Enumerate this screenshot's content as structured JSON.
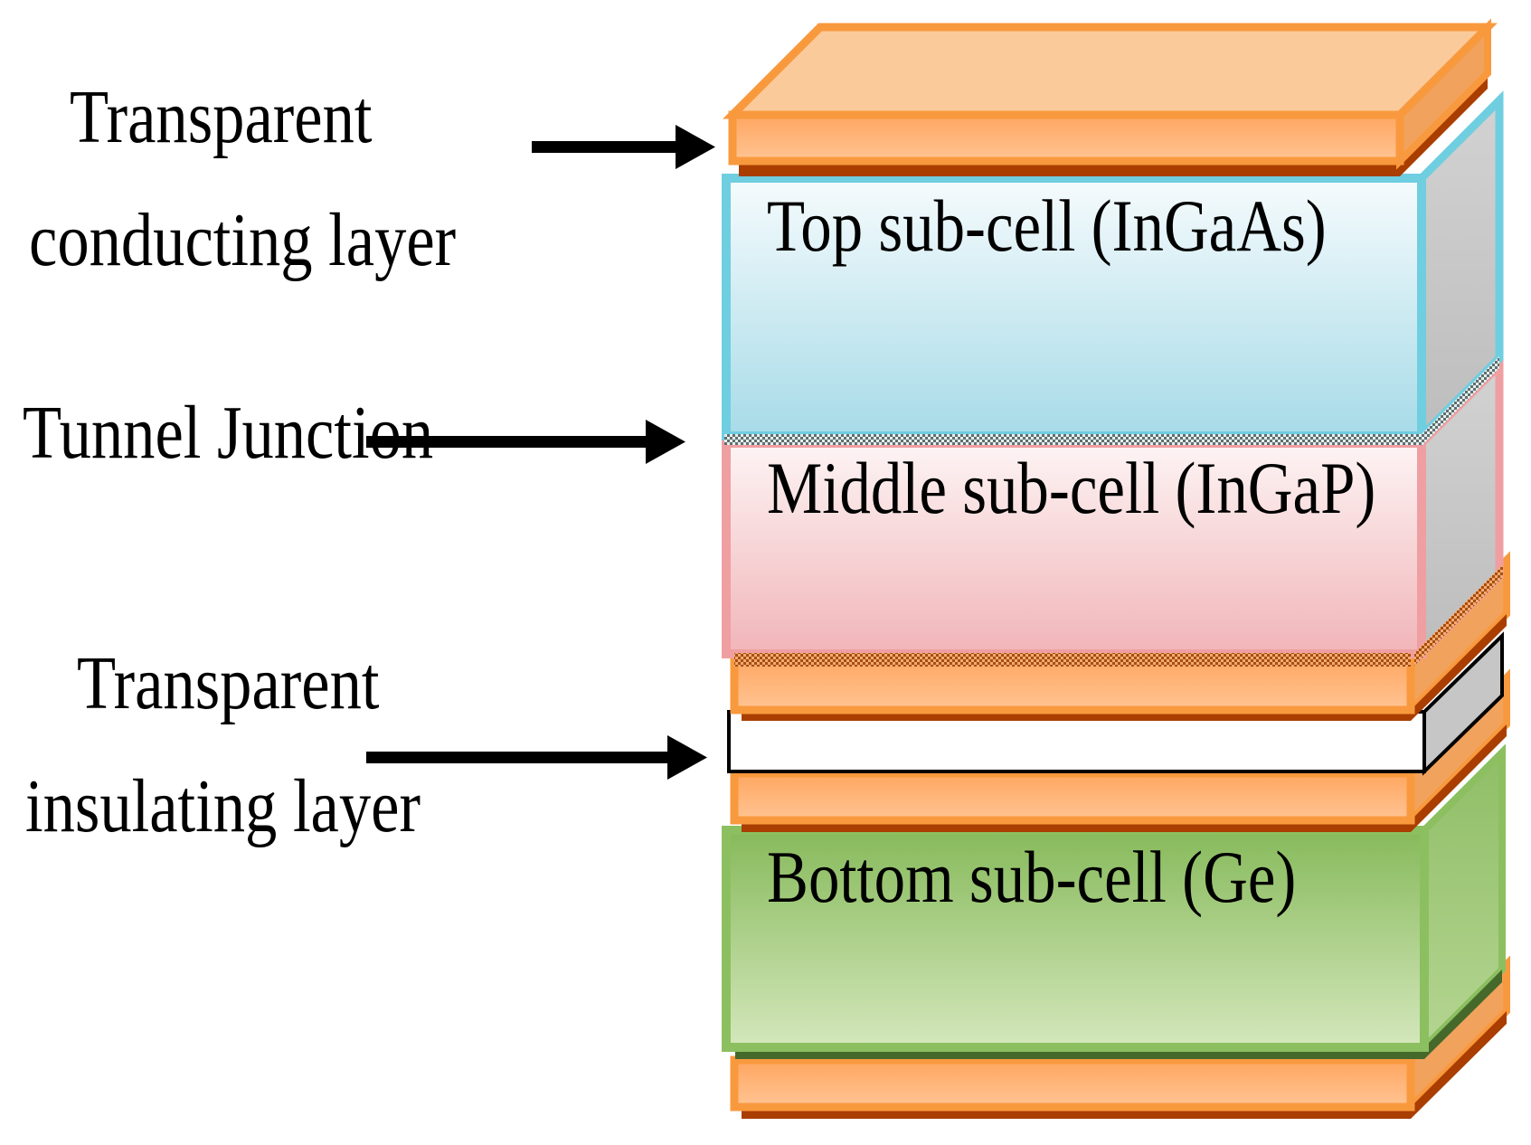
{
  "annotations": {
    "conducting": {
      "line1": "Transparent",
      "line2": "conducting layer"
    },
    "tunnel": {
      "label": "Tunnel Junction"
    },
    "insulating": {
      "line1": "Transparent",
      "line2": "insulating layer"
    }
  },
  "stack": {
    "top_cell": {
      "label": "Top sub-cell (InGaAs)"
    },
    "middle_cell": {
      "label": "Middle sub-cell (InGaP)"
    },
    "bottom_cell": {
      "label": "Bottom sub-cell (Ge)"
    }
  },
  "colors": {
    "contact_layer": "#FFB577",
    "contact_border": "#F9993E",
    "contact_shadow": "#A93E00",
    "top_cell_fill": "#BFE4EE",
    "top_cell_border": "#6FCEE0",
    "middle_cell_fill": "#F3BABE",
    "middle_cell_border": "#EF9FA1",
    "insulating_fill": "#FFFFFF",
    "insulating_border": "#000000",
    "bottom_cell_fill": "#9CC672",
    "bottom_cell_border": "#8CBF60",
    "bottom_cell_shadow": "#45682B",
    "arrow": "#000000"
  }
}
